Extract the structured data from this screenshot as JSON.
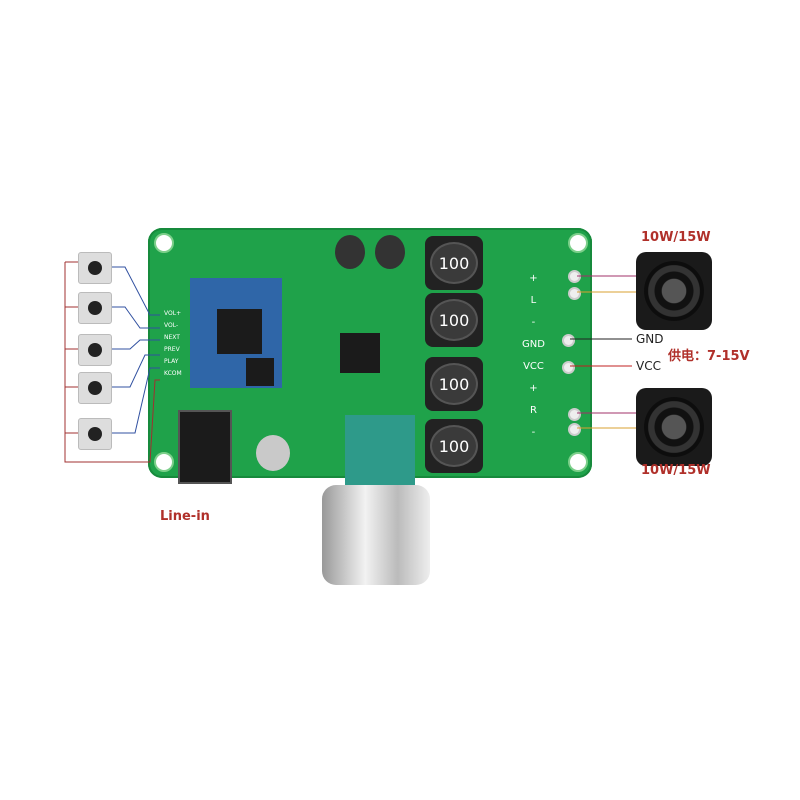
{
  "board": {
    "inductor_marking": "100",
    "pin_labels": [
      "VOL+",
      "VOL-",
      "NEXT",
      "PREV",
      "PLAY",
      "KCOM"
    ],
    "silkscreen": [
      "+",
      "L",
      "-",
      "GND",
      "VCC",
      "+",
      "R",
      "-"
    ]
  },
  "annotations": {
    "line_in": "Line-in",
    "speaker_top": "10W/15W",
    "speaker_bottom": "10W/15W",
    "gnd": "GND",
    "vcc": "VCC",
    "power_supply": "供电：7-15V"
  },
  "colors": {
    "pcb": "#1fa24a",
    "annotation_red": "#b0302a",
    "wire_pos": "#a0306a",
    "wire_neg": "#d9a030"
  }
}
